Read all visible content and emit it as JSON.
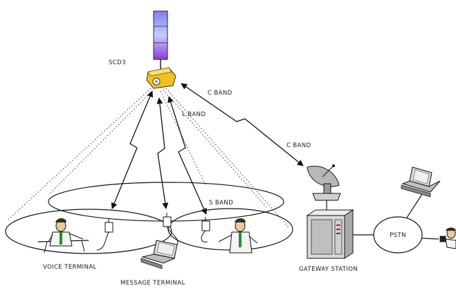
{
  "labels": {
    "satellite": "SCD3",
    "c_band_1": "C BAND",
    "l_band": "L BAND",
    "c_band_2": "C BAND",
    "s_band": "S BAND",
    "pstn": "PSTN",
    "voice_terminal": "VOICE TERMINAL",
    "message_terminal": "MESSAGE TERMINAL",
    "gateway_station": "GATEWAY STATION"
  },
  "icons": {
    "satellite": "satellite-icon",
    "dish": "satellite-dish-icon",
    "gateway": "gateway-cabinet-icon",
    "phone": "handset-icon",
    "person": "person-icon",
    "laptop": "laptop-icon"
  },
  "colors": {
    "panel_blue": "#6b6ff0",
    "panel_purple": "#8a3fd6",
    "satellite_body": "#f2c21a",
    "figure_green": "#2b8a2b",
    "line": "#111111"
  }
}
